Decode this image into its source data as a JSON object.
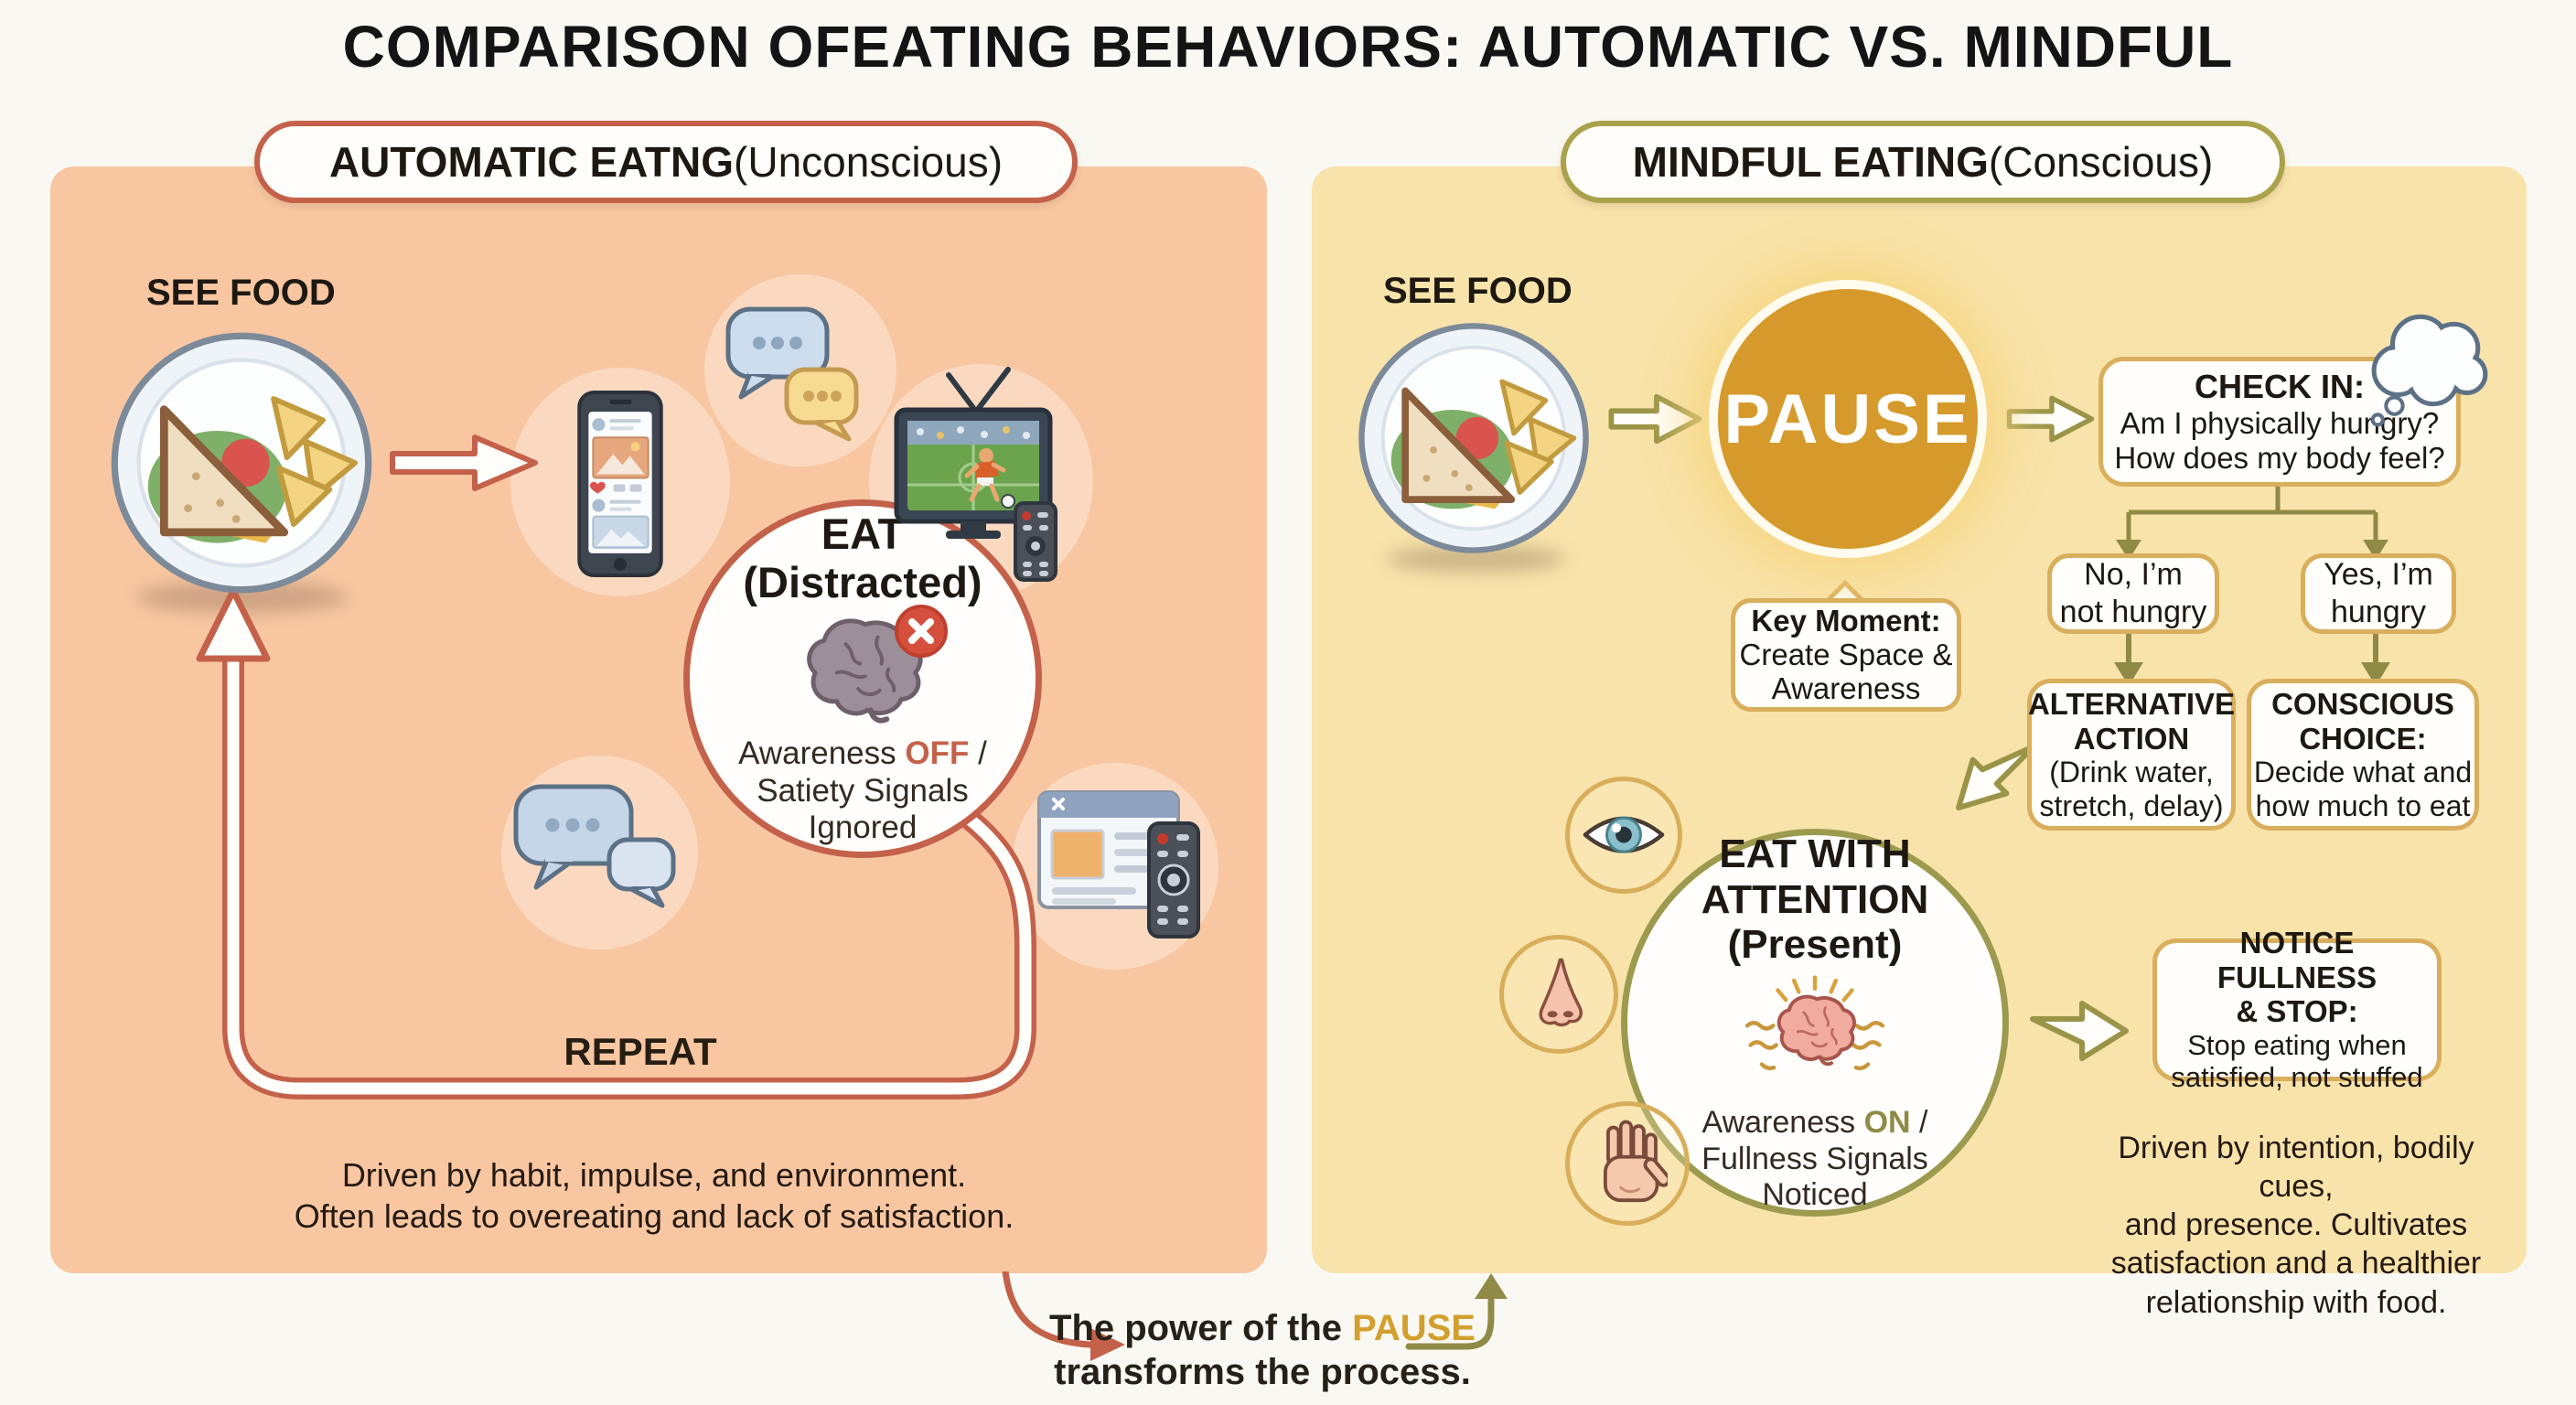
{
  "title": "COMPARISON OFEATING BEHAVIORS: AUTOMATIC VS. MINDFUL",
  "left": {
    "header_title": "AUTOMATIC EATNG",
    "header_sub": "(Unconscious)",
    "see_food": "SEE FOOD",
    "circle_title1": "EAT",
    "circle_title2": "(Distracted)",
    "awareness_label": "Awareness",
    "awareness_state": "OFF",
    "awareness_sep": "/",
    "signals1": "Satiety Signals",
    "signals2": "Ignored",
    "repeat": "REPEAT",
    "footer1": "Driven by habit, impulse, and environment.",
    "footer2": "Often leads to overeating and lack of satisfaction."
  },
  "right": {
    "header_title": "MINDFUL EATING",
    "header_sub": "(Conscious)",
    "see_food": "SEE FOOD",
    "pause": "PAUSE",
    "check_in_title": "CHECK IN:",
    "check_in_1": "Am I physically hungry?",
    "check_in_2": "How does my body feel?",
    "key_title": "Key Moment:",
    "key_1": "Create Space &",
    "key_2": "Awareness",
    "no_1": "No, I’m",
    "no_2": "not hungry",
    "yes_1": "Yes, I’m",
    "yes_2": "hungry",
    "alt_title1": "ALTERNATIVE",
    "alt_title2": "ACTION",
    "alt_1": "(Drink water,",
    "alt_2": "stretch, delay)",
    "choice_title1": "CONSCIOUS",
    "choice_title2": "CHOICE:",
    "choice_1": "Decide what and",
    "choice_2": "how much to eat",
    "circle_title1": "EAT WITH",
    "circle_title2": "ATTENTION",
    "circle_title3": "(Present)",
    "awareness_label": "Awareness",
    "awareness_state": "ON",
    "awareness_sep": "/",
    "signals1": "Fullness Signals",
    "signals2": "Noticed",
    "notice_title1": "NOTICE FULLNESS",
    "notice_title2": "& STOP:",
    "notice_1": "Stop eating when",
    "notice_2": "satisfied, not stuffed",
    "footer1": "Driven by intention, bodily cues,",
    "footer2": "and presence. Cultivates",
    "footer3": "satisfaction and a healthier",
    "footer4": "relationship with food."
  },
  "bottom": {
    "prefix": "The power of the",
    "highlight": "PAUSE",
    "line2": "transforms the process."
  },
  "icons": [
    "plate-food-icon",
    "phone-icon",
    "chat-bubbles-icon",
    "tv-icon",
    "brain-off-icon",
    "x-badge-icon",
    "chat-bubbles-muted-icon",
    "browser-remote-icon",
    "thought-cloud-icon",
    "brain-on-icon",
    "eye-icon",
    "nose-icon",
    "hand-icon",
    "arrow-right-icon",
    "repeat-loop-icon"
  ],
  "colors": {
    "left_bg": "#F8C7A2",
    "right_bg": "#F8E3AB",
    "left_accent": "#C4614A",
    "olive_accent": "#9A9448",
    "gold_border": "#D9AE5C",
    "pause_fill": "#D69A2C",
    "gold_text": "#D2A02F",
    "badge_red": "#D5503C"
  }
}
